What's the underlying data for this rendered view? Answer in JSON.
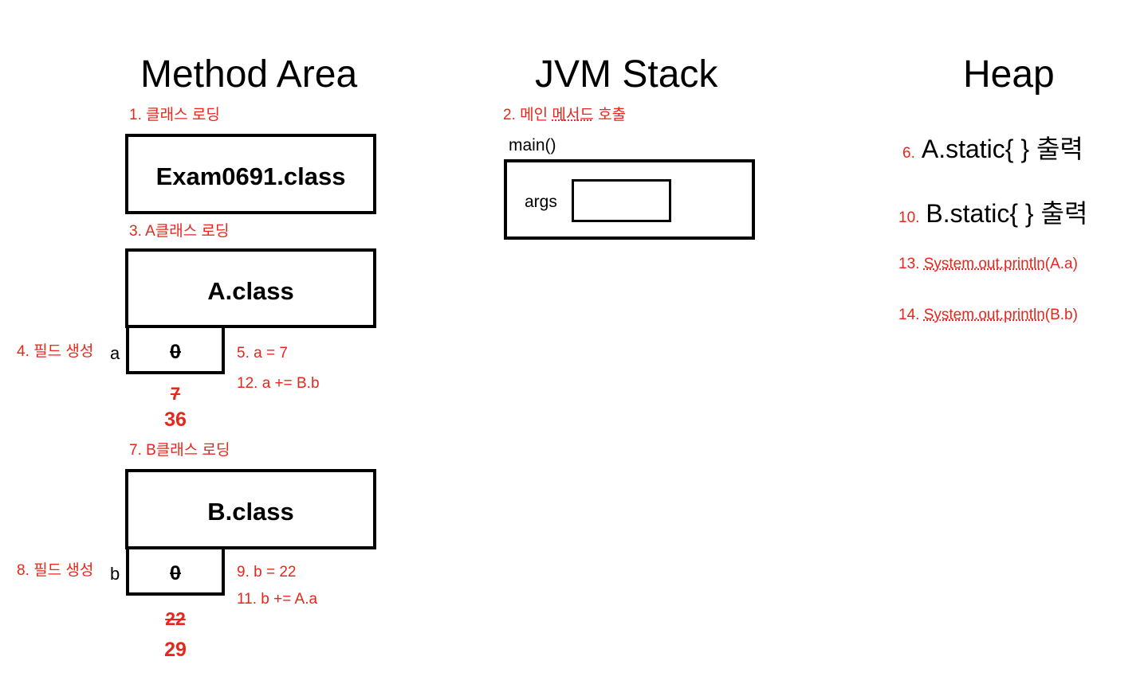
{
  "columns": {
    "method_area": "Method Area",
    "jvm_stack": "JVM Stack",
    "heap": "Heap"
  },
  "method_area": {
    "step1": "1. 클래스 로딩",
    "exam_class": "Exam0691.class",
    "step3": "3. A클래스 로딩",
    "a_class": "A.class",
    "step4": "4. 필드 생성",
    "a_field": "a",
    "a_value_initial": "0",
    "step5": "5. a = 7",
    "step12": "12. a += B.b",
    "a_value_old": "7",
    "a_value_new": "36",
    "step7": "7. B클래스 로딩",
    "b_class": "B.class",
    "step8": "8. 필드 생성",
    "b_field": "b",
    "b_value_initial": "0",
    "step9": "9. b = 22",
    "step11": "11. b += A.a",
    "b_value_old": "22",
    "b_value_new": "29"
  },
  "jvm_stack": {
    "step2_prefix": "2. 메인 ",
    "step2_underlined": "메서드",
    "step2_suffix": " 호출",
    "frame_label": "main()",
    "args_label": "args"
  },
  "heap": {
    "step6_num": "6.",
    "step6_text": "A.static{ } 출력",
    "step10_num": "10.",
    "step10_text": "B.static{ } 출력",
    "step13_prefix": "13. ",
    "step13_underlined": "System.out.println",
    "step13_suffix": "(A.a)",
    "step14_prefix": "14. ",
    "step14_underlined": "System.out.println",
    "step14_suffix": "(B.b)"
  },
  "colors": {
    "annotation": "#e8261c",
    "box_border": "#000000"
  }
}
